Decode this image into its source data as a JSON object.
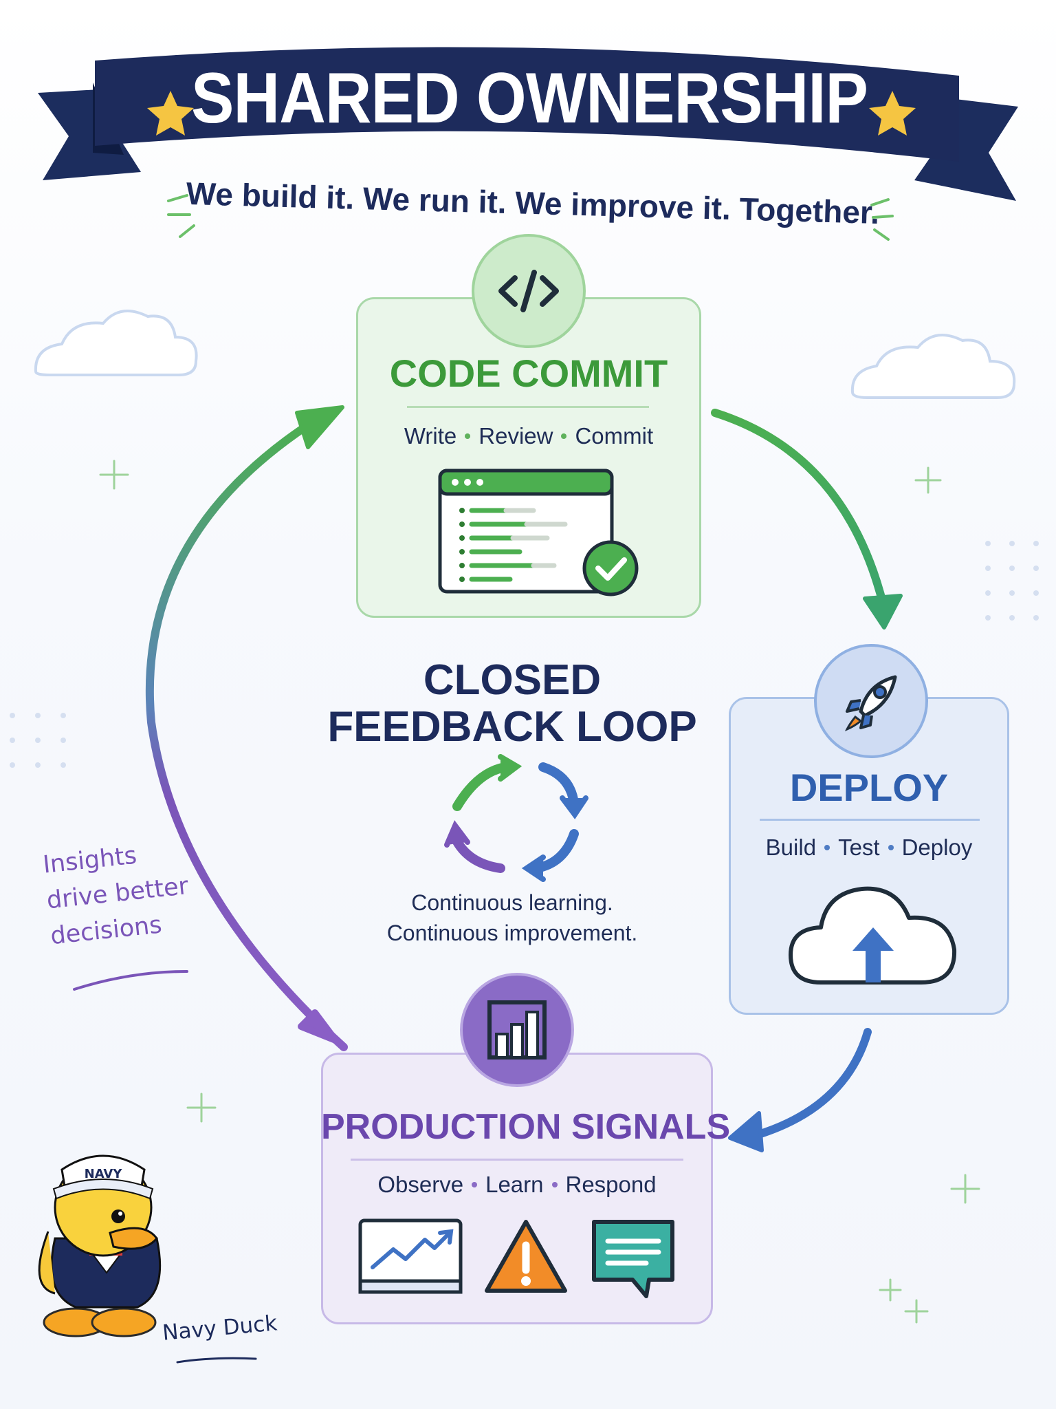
{
  "header": {
    "title": "SHARED OWNERSHIP",
    "tagline": "We build it. We run it. We improve it. Together."
  },
  "stages": {
    "code_commit": {
      "title": "CODE COMMIT",
      "steps": [
        "Write",
        "Review",
        "Commit"
      ],
      "icon": "code-brackets-icon",
      "illustration": "code-editor-checkmark-icon",
      "color": "#3c9a3a"
    },
    "deploy": {
      "title": "DEPLOY",
      "steps": [
        "Build",
        "Test",
        "Deploy"
      ],
      "icon": "rocket-icon",
      "illustration": "cloud-upload-icon",
      "color": "#2f5fae"
    },
    "production_signals": {
      "title": "PRODUCTION SIGNALS",
      "steps": [
        "Observe",
        "Learn",
        "Respond"
      ],
      "icon": "bar-chart-icon",
      "illustrations": [
        "line-chart-icon",
        "warning-icon",
        "chat-icon"
      ],
      "color": "#6a47ad"
    }
  },
  "center": {
    "title_lines": [
      "CLOSED",
      "FEEDBACK LOOP"
    ],
    "icon": "cycle-arrows-icon",
    "subtitle_lines": [
      "Continuous learning.",
      "Continuous improvement."
    ]
  },
  "annotation": {
    "lines": [
      "Insights",
      "drive better",
      "decisions"
    ],
    "color": "#7a55b8"
  },
  "mascot": {
    "caption": "Navy Duck",
    "hat_text": "NAVY"
  },
  "colors": {
    "navy": "#1d2b5c",
    "green": "#4caf50",
    "blue": "#3f72c4",
    "purple": "#7a55b8",
    "star": "#f5c542"
  }
}
